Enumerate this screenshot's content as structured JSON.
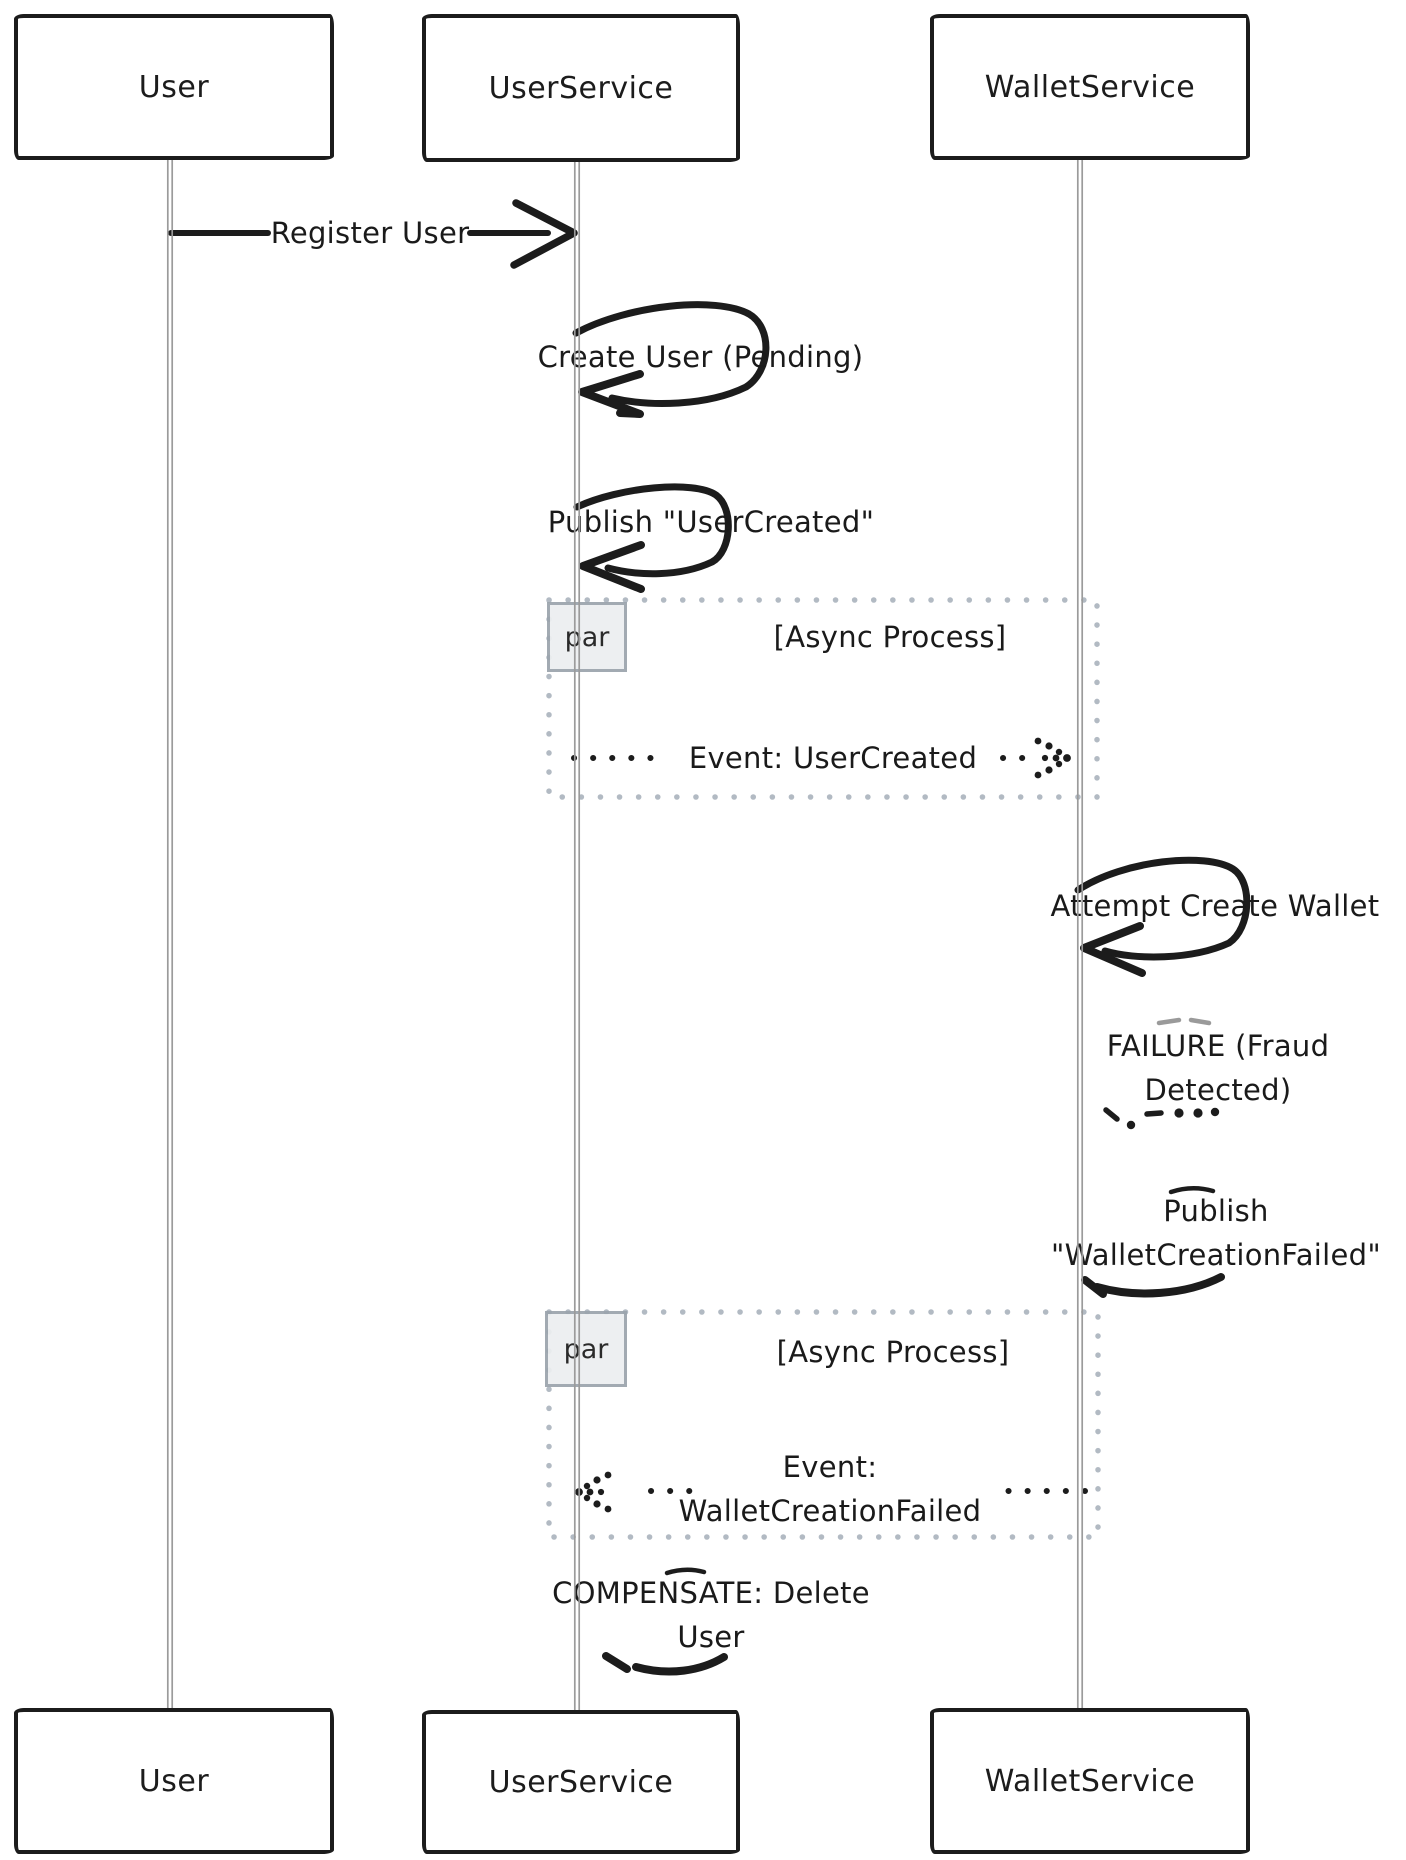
{
  "colors": {
    "ink": "#1c1c1c",
    "lifeline": "#9b9b9b",
    "fragment_border": "#b2bac3",
    "fragment_label_bg": "#eceef0",
    "fragment_label_border": "#9ba4ad",
    "background": "#ffffff"
  },
  "participants": [
    "User",
    "UserService",
    "WalletService"
  ],
  "fragments": [
    {
      "operator": "par",
      "guard": "[Async Process]"
    },
    {
      "operator": "par",
      "guard": "[Async Process]"
    }
  ],
  "messages": {
    "register_user": "Register User",
    "create_user": "Create User (Pending)",
    "publish_user_created": "Publish \"UserCreated\"",
    "event_user_created": "Event: UserCreated",
    "attempt_create_wallet": "Attempt Create Wallet",
    "failure_line1": "FAILURE (Fraud",
    "failure_line2": "Detected)",
    "publish_wallet_failed_line1": "Publish",
    "publish_wallet_failed_line2": "\"WalletCreationFailed\"",
    "event_wallet_failed_line1": "Event:",
    "event_wallet_failed_line2": "WalletCreationFailed",
    "compensate_line1": "COMPENSATE: Delete",
    "compensate_line2": "User"
  }
}
